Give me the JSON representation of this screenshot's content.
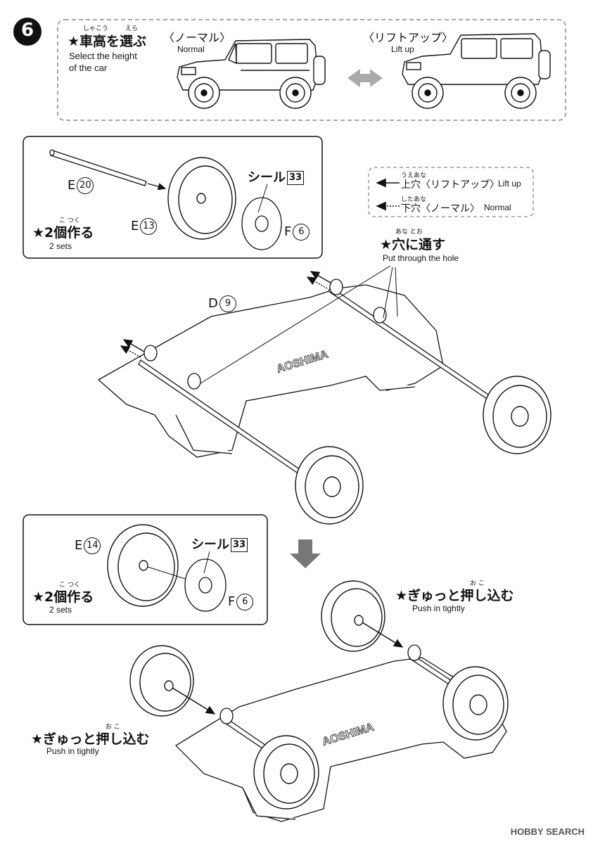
{
  "step": {
    "number": "6"
  },
  "height": {
    "title": "★車高を選ぶ",
    "title_ruby_1": "しゃこう",
    "title_ruby_2": "えら",
    "subtitle": "Select the height",
    "subtitle2": "of the car",
    "normal_jp": "〈ノーマル〉",
    "normal_en": "Normal",
    "lift_jp": "〈リフトアップ〉",
    "lift_en": "Lift up"
  },
  "box1": {
    "part_e20": "E",
    "part_e20_num": "20",
    "part_e13": "E",
    "part_e13_num": "13",
    "seal": "シール",
    "seal_num": "33",
    "part_f6": "F",
    "part_f6_num": "6",
    "make2": "★2個作る",
    "make2_ruby": "こ  つく",
    "make2_en": "2 sets"
  },
  "legend": {
    "up_ruby": "うえあな",
    "up_jp": "上穴〈リフトアップ〉",
    "up_en": "Lift up",
    "down_ruby": "したあな",
    "down_jp": "下穴〈ノーマル〉",
    "down_en": "Normal"
  },
  "hole": {
    "jp": "★穴に通す",
    "ruby": "あな    とお",
    "en": "Put through the hole"
  },
  "chassis": {
    "part": "D",
    "part_num": "9",
    "brand": "AOSHIMA"
  },
  "box2": {
    "part_e14": "E",
    "part_e14_num": "14",
    "seal": "シール",
    "seal_num": "33",
    "part_f6": "F",
    "part_f6_num": "6",
    "make2": "★2個作る",
    "make2_ruby": "こ  つく",
    "make2_en": "2 sets"
  },
  "push1": {
    "jp": "★ぎゅっと押し込む",
    "ruby": "お    こ",
    "en": "Push in tightly"
  },
  "push2": {
    "jp": "★ぎゅっと押し込む",
    "ruby": "お    こ",
    "en": "Push in tightly"
  },
  "watermark": "HOBBY SEARCH"
}
